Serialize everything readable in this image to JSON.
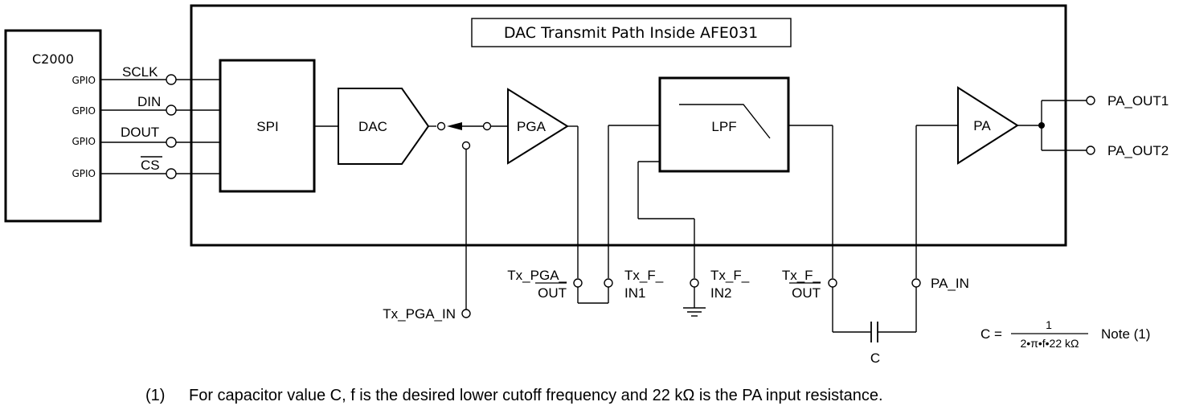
{
  "title_box": "DAC Transmit Path Inside AFE031",
  "c2000": {
    "label": "C2000",
    "gpio_labels": [
      "GPIO",
      "GPIO",
      "GPIO",
      "GPIO"
    ]
  },
  "spi_signals": [
    "SCLK",
    "DIN",
    "DOUT",
    "CS"
  ],
  "blocks": {
    "spi": "SPI",
    "dac": "DAC",
    "pga": "PGA",
    "lpf": "LPF",
    "pa": "PA"
  },
  "outputs": [
    "PA_OUT1",
    "PA_OUT2"
  ],
  "pins": {
    "tx_pga_in": "Tx_PGA_IN",
    "tx_pga_out_1": "Tx_PGA_",
    "tx_pga_out_2": "OUT",
    "tx_f_in1_1": "Tx_F_",
    "tx_f_in1_2": "IN1",
    "tx_f_in2_1": "Tx_F_",
    "tx_f_in2_2": "IN2",
    "tx_f_out_1": "Tx_F_",
    "tx_f_out_2": "OUT",
    "pa_in": "PA_IN"
  },
  "capacitor_label": "C",
  "formula": {
    "lhs": "C =",
    "numerator": "1",
    "denominator": "2•π•f•22 kΩ",
    "note": "Note (1)"
  },
  "footnote": {
    "number": "(1)",
    "text": "For capacitor value C, f is the desired lower cutoff frequency and 22 kΩ is the PA input resistance."
  }
}
